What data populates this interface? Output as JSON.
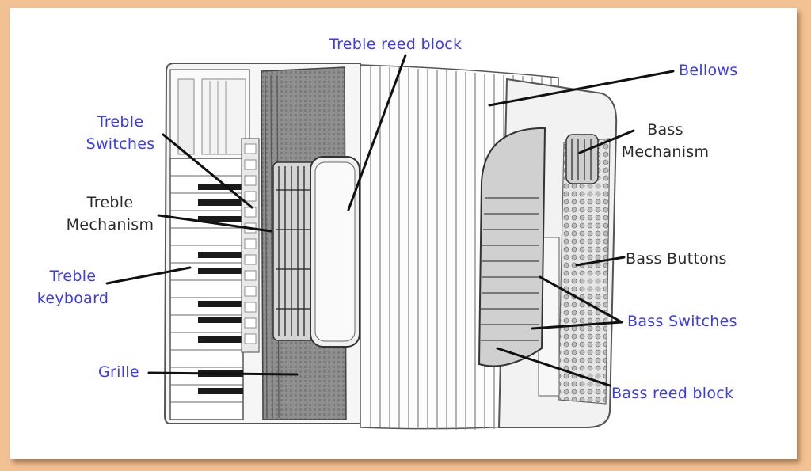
{
  "colors": {
    "frame": "#f2c295",
    "background": "#ffffff",
    "label_blue": "#3a3af0",
    "label_dark": "#2a2a2a",
    "leader_line": "#111111"
  },
  "labels": {
    "treble_reed_block": "Treble reed block",
    "bellows": "Bellows",
    "treble_switches_1": "Treble",
    "treble_switches_2": "Switches",
    "bass_mechanism_1": "Bass",
    "bass_mechanism_2": "Mechanism",
    "treble_mechanism_1": "Treble",
    "treble_mechanism_2": "Mechanism",
    "treble_keyboard_1": "Treble",
    "treble_keyboard_2": "keyboard",
    "bass_buttons": "Bass Buttons",
    "bass_switches": "Bass Switches",
    "grille": "Grille",
    "bass_reed_block": "Bass reed block"
  }
}
